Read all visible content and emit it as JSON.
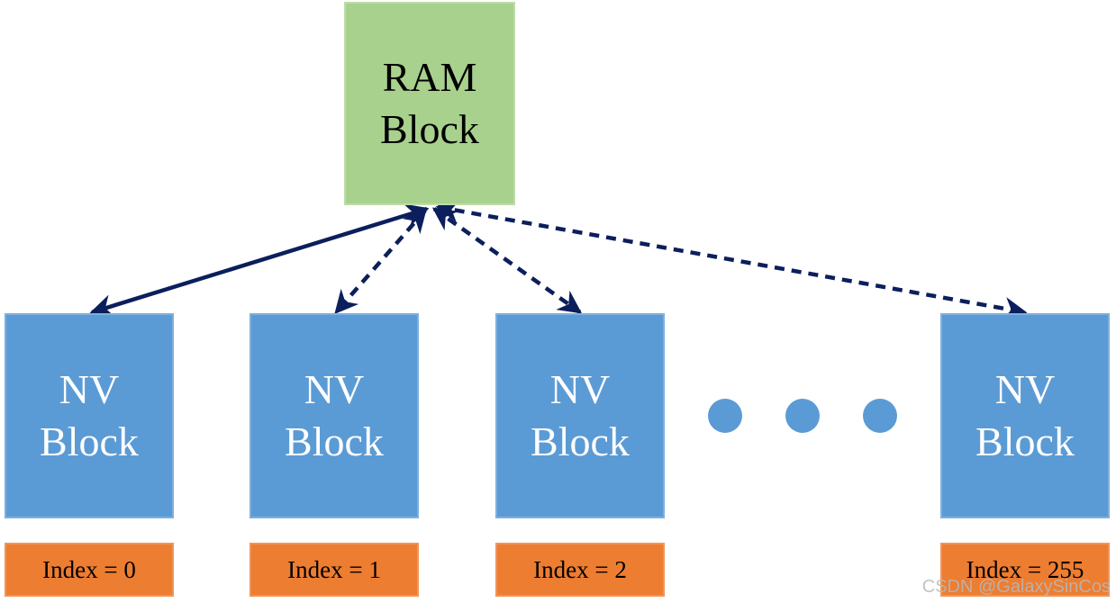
{
  "ram_block": {
    "line1": "RAM",
    "line2": "Block"
  },
  "nv_blocks": [
    {
      "line1": "NV",
      "line2": "Block",
      "index_label": "Index = 0",
      "link": "solid"
    },
    {
      "line1": "NV",
      "line2": "Block",
      "index_label": "Index = 1",
      "link": "dashed"
    },
    {
      "line1": "NV",
      "line2": "Block",
      "index_label": "Index = 2",
      "link": "dashed"
    },
    {
      "line1": "NV",
      "line2": "Block",
      "index_label": "Index = 255",
      "link": "dashed"
    }
  ],
  "ellipsis_dot_count": 3,
  "watermark": "CSDN @GalaxySinCos",
  "colors": {
    "ram_fill": "#a9d18e",
    "nv_fill": "#5b9bd5",
    "index_fill": "#ed7d31",
    "arrow": "#0b1f5c"
  }
}
